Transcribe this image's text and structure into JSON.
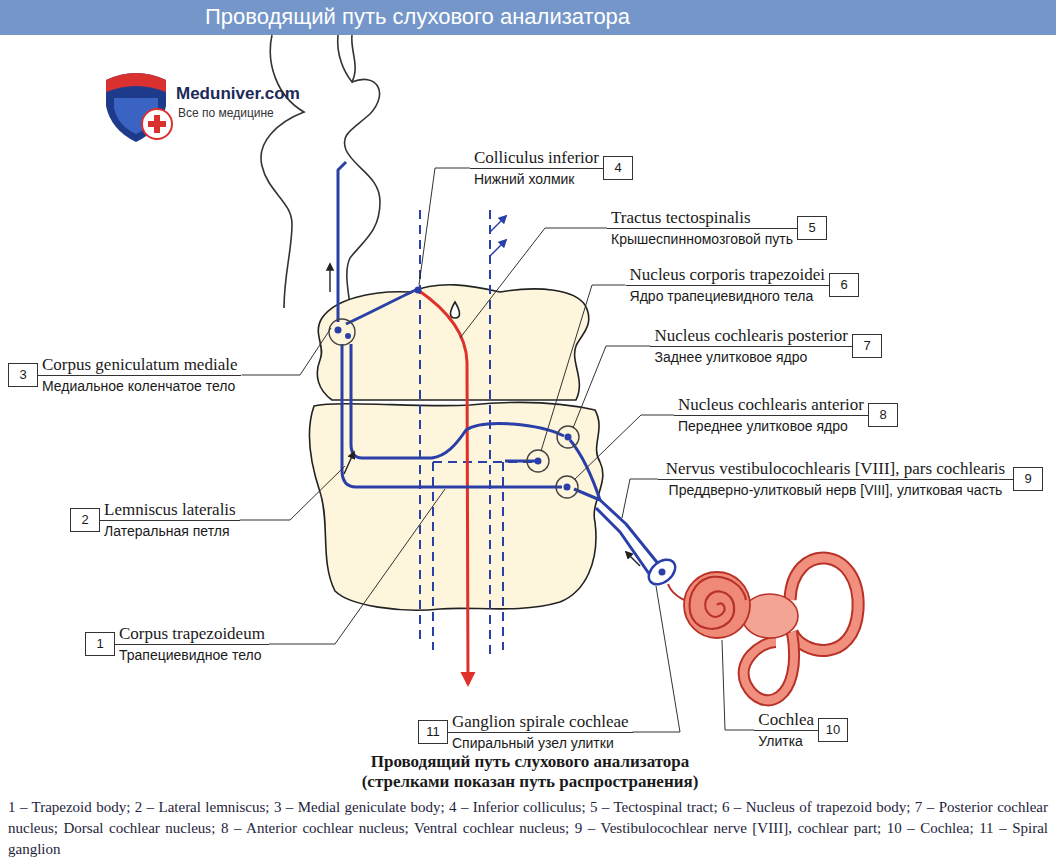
{
  "diagram": {
    "title": "Проводящий путь слухового анализатора",
    "caption": "Проводящий путь слухового анализатора (стрелками показан путь распространения)",
    "nodes": [
      {
        "text": [
          "4",
          "Colliculus inferior",
          "Нижний холмик"
        ]
      },
      {
        "text": [
          "5",
          "Tractus tectospinalis",
          "Крышеспинномозговой путь"
        ]
      },
      {
        "text": [
          "6",
          "Nucleus corporis trapezoidei",
          "Ядро трапециевидного тела"
        ]
      },
      {
        "text": [
          "7",
          "Nucleus cochlearis posterior",
          "Заднее улитковое ядро"
        ]
      },
      {
        "text": [
          "3",
          "Corpus geniculatum mediale",
          "Медиальное коленчатое тело"
        ]
      },
      {
        "text": [
          "8",
          "Nucleus cochlearis anterior",
          "Переднее улитковое ядро"
        ]
      },
      {
        "text": [
          "9",
          "Nervus vestibulocochlearis [VIII], pars cochlearis",
          "Преддверно-улитковый нерв [VIII], улитковая часть"
        ]
      },
      {
        "text": [
          "2",
          "Lemniscus lateralis",
          "Латеральная петля"
        ]
      },
      {
        "text": [
          "1",
          "Corpus trapezoideum",
          "Трапециевидное тело"
        ]
      },
      {
        "text": [
          "11",
          "Ganglion spirale cochleae",
          "Спиральный узел улитки"
        ]
      },
      {
        "text": [
          "10",
          "Cochlea",
          "Улитка"
        ]
      }
    ],
    "labels": [
      "Meduniver.com",
      "Все по медицине",
      "1 – Trapezoid body; 2 – Lateral lemniscus; 3 – Medial geniculate body; 4 – Inferior colliculus; 5 – Tectospinal tract; 6 – Nucleus of trapezoid body; 7 – Posterior cochlear nucleus; Dorsal cochlear nucleus; 8 – Anterior cochlear nucleus; Ventral cochlear nucleus; 9 – Vestibulocochlear nerve [VIII], cochlear part; 10 – Cochlea; 11 – Spiral ganglion"
    ]
  }
}
